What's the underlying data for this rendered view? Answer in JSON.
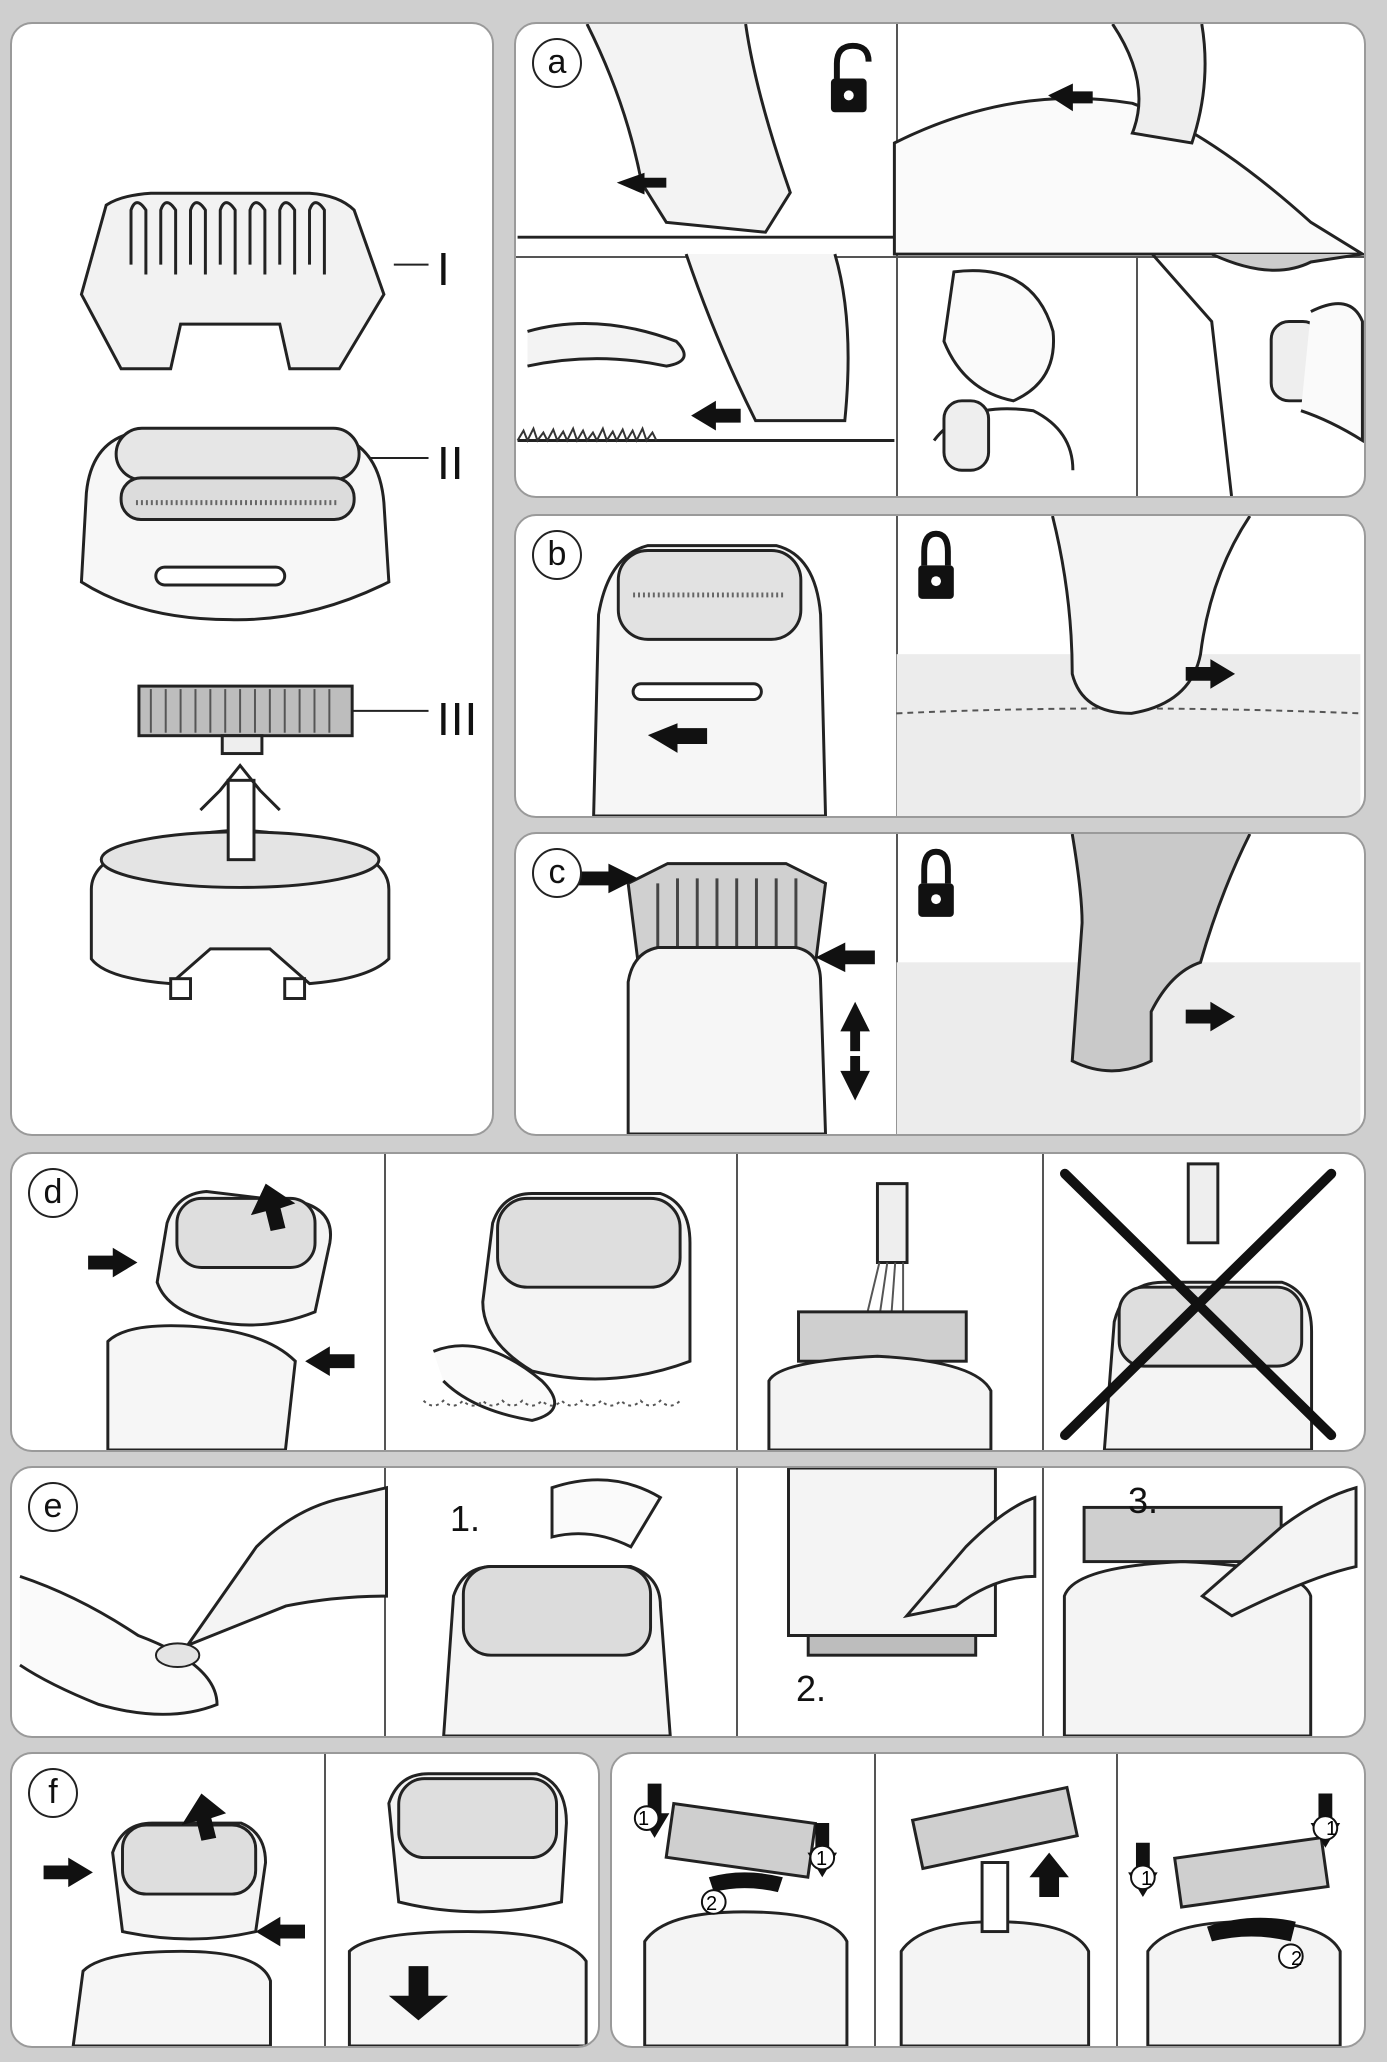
{
  "colors": {
    "background": "#cfcfcf",
    "panel": "#ffffff",
    "line": "#222222",
    "shade": "#d9d9d9",
    "dark": "#1a1a1a"
  },
  "parts": {
    "part1": "I",
    "part2": "II",
    "part3": "III"
  },
  "steps": {
    "a": "a",
    "b": "b",
    "c": "c",
    "d": "d",
    "e": "e",
    "f": "f"
  },
  "callouts": {
    "e1": "1.",
    "e2": "2.",
    "e3": "3."
  },
  "icons": [
    "unlock-icon",
    "lock-icon",
    "arrow-icon",
    "cross-icon",
    "circled-number-icon"
  ],
  "circled": {
    "one": "1",
    "two": "2"
  }
}
